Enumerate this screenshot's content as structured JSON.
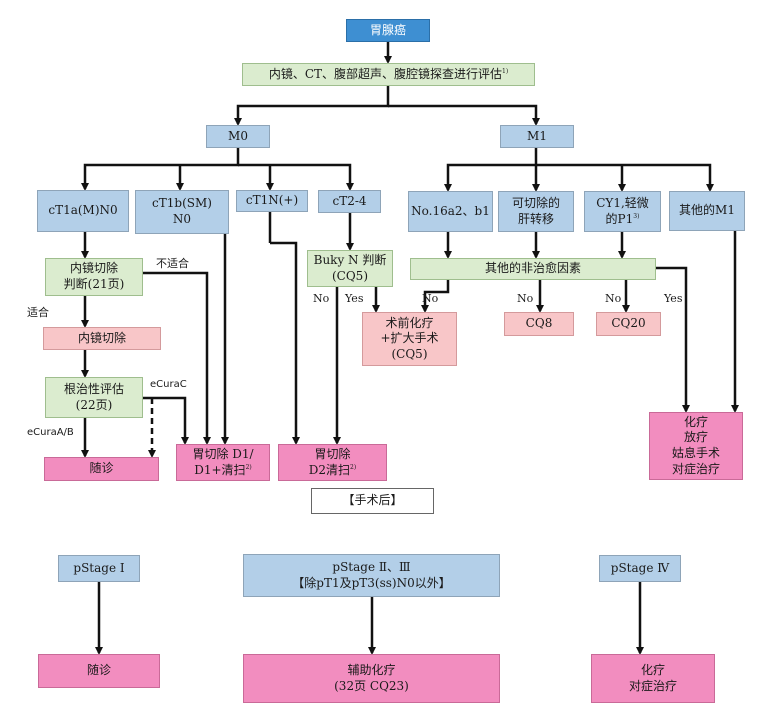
{
  "nodes": {
    "title": "胃腺癌",
    "evaluate": "内镜、CT、腹部超声、腹腔镜探查进行评估",
    "evaluate_sup": "1)",
    "m0": "M0",
    "m1": "M1",
    "ct1a": "cT1a(M)N0",
    "ct1b_line1": "cT1b(SM)",
    "ct1b_line2": "N0",
    "ct1n": "cT1N(+)",
    "ct24": "cT2-4",
    "no16": "No.16a2、b1",
    "liver_line1": "可切除的",
    "liver_line2": "肝转移",
    "cy1_line1": "CY1,轻微",
    "cy1_line2": "的P1",
    "cy1_sup": "3)",
    "other_m1": "其他的M1",
    "endo_judge_line1": "内镜切除",
    "endo_judge_line2": "判断(21页)",
    "buky_line1": "Buky N 判断",
    "buky_line2": "(CQ5)",
    "noncurative": "其他的非治愈因素",
    "endo_resect": "内镜切除",
    "preop_line1": "术前化疗",
    "preop_line2": "+扩大手术",
    "preop_line3": "(CQ5)",
    "cq8": "CQ8",
    "cq20": "CQ20",
    "curative_line1": "根治性评估",
    "curative_line2": "(22页)",
    "followup": "随诊",
    "gastrectomy_d1_line1": "胃切除 D1/",
    "gastrectomy_d1_line2": "D1+清扫",
    "gastrectomy_d1_sup": "2)",
    "gastrectomy_d2_line1": "胃切除",
    "gastrectomy_d2_line2": "D2清扫",
    "gastrectomy_d2_sup": "2)",
    "chemo_line1": "化疗",
    "chemo_line2": "放疗",
    "chemo_line3": "姑息手术",
    "chemo_line4": "对症治疗",
    "postop": "【手术后】",
    "pstage1": "pStage Ⅰ",
    "pstage23_line1": "pStage Ⅱ、Ⅲ",
    "pstage23_line2": "【除pT1及pT3(ss)N0以外】",
    "pstage4": "pStage Ⅳ",
    "followup2": "随诊",
    "adjuvant_line1": "辅助化疗",
    "adjuvant_line2": "(32页 CQ23)",
    "chemo2_line1": "化疗",
    "chemo2_line2": "对症治疗"
  },
  "labels": {
    "not_suitable": "不适合",
    "suitable": "适合",
    "ecurac": "eCuraC",
    "ecuraab": "eCuraA/B",
    "no": "No",
    "yes": "Yes"
  },
  "colors": {
    "line": "#111111",
    "blue": "#b3cfe8",
    "blue_dark": "#3e8fd2",
    "green": "#dbeccf",
    "pink": "#f8c6c8",
    "magenta": "#f28dbf"
  }
}
